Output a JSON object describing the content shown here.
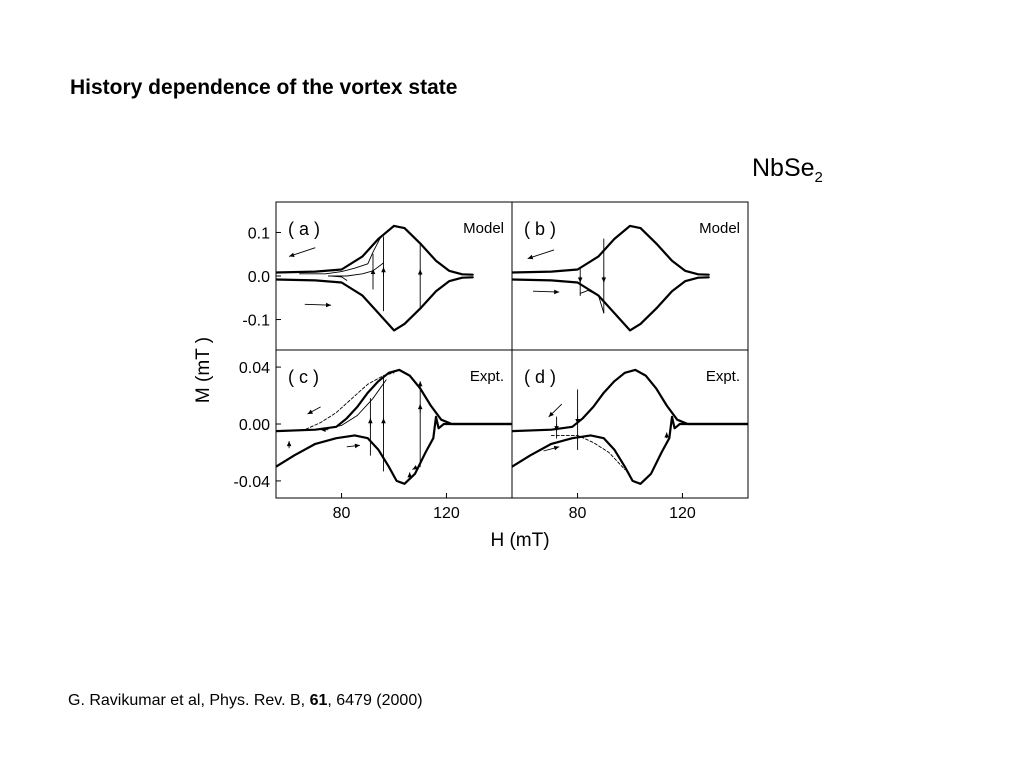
{
  "title": "History dependence of the vortex state",
  "material": {
    "base": "NbSe",
    "sub": "2"
  },
  "citation": {
    "authors": "G. Ravikumar et al, Phys. Rev. B, ",
    "volume": "61",
    "rest": ", 6479 (2000)"
  },
  "chart_data": {
    "type": "line",
    "xlabel": "H (mT)",
    "ylabel": "M (mT )",
    "xlim": [
      55,
      145
    ],
    "x_ticks": [
      80,
      120
    ],
    "x_tick_labels": [
      "80",
      "120"
    ],
    "grid": false,
    "panels": [
      {
        "id": "a",
        "label": "( a )",
        "tag": "Model",
        "ylim": [
          -0.17,
          0.17
        ],
        "y_ticks": [
          0.1,
          0.0,
          -0.1
        ],
        "y_tick_labels": [
          "0.1",
          "0.0",
          "-0.1"
        ],
        "series": [
          {
            "style": "thick",
            "points": [
              [
                55,
                0.008
              ],
              [
                70,
                0.01
              ],
              [
                80,
                0.015
              ],
              [
                88,
                0.045
              ],
              [
                94,
                0.085
              ],
              [
                100,
                0.115
              ],
              [
                104,
                0.11
              ],
              [
                110,
                0.075
              ],
              [
                116,
                0.035
              ],
              [
                121,
                0.012
              ],
              [
                126,
                0.004
              ],
              [
                130,
                0.003
              ]
            ]
          },
          {
            "style": "thick",
            "points": [
              [
                55,
                -0.008
              ],
              [
                70,
                -0.01
              ],
              [
                80,
                -0.015
              ],
              [
                88,
                -0.045
              ],
              [
                94,
                -0.085
              ],
              [
                100,
                -0.125
              ],
              [
                104,
                -0.11
              ],
              [
                110,
                -0.075
              ],
              [
                116,
                -0.035
              ],
              [
                121,
                -0.012
              ],
              [
                126,
                -0.004
              ],
              [
                130,
                -0.003
              ]
            ]
          },
          {
            "style": "thin",
            "points": [
              [
                64,
                0.005
              ],
              [
                74,
                0.005
              ],
              [
                80,
                0.01
              ],
              [
                85,
                0.018
              ],
              [
                90,
                0.028
              ],
              [
                92,
                0.055
              ],
              [
                95,
                0.09
              ]
            ]
          },
          {
            "style": "thin",
            "points": [
              [
                75,
                0.0
              ],
              [
                82,
                0.0
              ],
              [
                88,
                0.005
              ],
              [
                92,
                0.012
              ],
              [
                96,
                0.03
              ]
            ]
          },
          {
            "style": "thin",
            "points": [
              [
                76,
                0.0
              ],
              [
                80,
                -0.002
              ],
              [
                82,
                -0.01
              ]
            ]
          },
          {
            "style": "thin",
            "points": [
              [
                92,
                -0.03
              ],
              [
                92,
                0.05
              ]
            ]
          },
          {
            "style": "thin",
            "points": [
              [
                96,
                -0.08
              ],
              [
                96,
                0.09
              ]
            ]
          },
          {
            "style": "thin",
            "points": [
              [
                110,
                -0.075
              ],
              [
                110,
                0.075
              ]
            ]
          }
        ],
        "arrows": [
          [
            70,
            0.065,
            60,
            0.045
          ],
          [
            66,
            -0.065,
            76,
            -0.067
          ],
          [
            92,
            0.0,
            92,
            0.016
          ],
          [
            96,
            0.0,
            96,
            0.02
          ],
          [
            110,
            0.0,
            110,
            0.015
          ]
        ]
      },
      {
        "id": "b",
        "label": "( b )",
        "tag": "Model",
        "ylim": [
          -0.17,
          0.17
        ],
        "series": [
          {
            "style": "thick",
            "points": [
              [
                55,
                0.008
              ],
              [
                70,
                0.01
              ],
              [
                80,
                0.015
              ],
              [
                88,
                0.045
              ],
              [
                94,
                0.085
              ],
              [
                100,
                0.115
              ],
              [
                104,
                0.11
              ],
              [
                110,
                0.075
              ],
              [
                116,
                0.035
              ],
              [
                121,
                0.012
              ],
              [
                126,
                0.004
              ],
              [
                130,
                0.003
              ]
            ]
          },
          {
            "style": "thick",
            "points": [
              [
                55,
                -0.008
              ],
              [
                70,
                -0.01
              ],
              [
                80,
                -0.015
              ],
              [
                88,
                -0.045
              ],
              [
                94,
                -0.085
              ],
              [
                100,
                -0.125
              ],
              [
                104,
                -0.11
              ],
              [
                110,
                -0.075
              ],
              [
                116,
                -0.035
              ],
              [
                121,
                -0.012
              ],
              [
                126,
                -0.004
              ],
              [
                130,
                -0.003
              ]
            ]
          },
          {
            "style": "thin",
            "points": [
              [
                81,
                0.02
              ],
              [
                81,
                -0.045
              ]
            ]
          },
          {
            "style": "thin",
            "points": [
              [
                81,
                -0.04
              ],
              [
                84,
                -0.033
              ],
              [
                88,
                -0.045
              ],
              [
                90,
                -0.085
              ]
            ]
          },
          {
            "style": "thin",
            "points": [
              [
                90,
                0.085
              ],
              [
                90,
                -0.085
              ]
            ]
          }
        ],
        "arrows": [
          [
            71,
            0.06,
            61,
            0.04
          ],
          [
            63,
            -0.035,
            73,
            -0.037
          ],
          [
            81,
            0.0,
            81,
            -0.015
          ],
          [
            90,
            0.0,
            90,
            -0.015
          ]
        ]
      },
      {
        "id": "c",
        "label": "( c )",
        "tag": "Expt.",
        "ylim": [
          -0.052,
          0.052
        ],
        "y_ticks": [
          0.04,
          0.0,
          -0.04
        ],
        "y_tick_labels": [
          "0.04",
          "0.00",
          "-0.04"
        ],
        "series": [
          {
            "style": "thick",
            "points": [
              [
                55,
                -0.005
              ],
              [
                70,
                -0.004
              ],
              [
                78,
                -0.002
              ],
              [
                82,
                0.004
              ],
              [
                86,
                0.012
              ],
              [
                90,
                0.022
              ],
              [
                94,
                0.03
              ],
              [
                98,
                0.036
              ],
              [
                102,
                0.038
              ],
              [
                106,
                0.034
              ],
              [
                110,
                0.025
              ],
              [
                114,
                0.013
              ],
              [
                118,
                0.003
              ],
              [
                122,
                0.0
              ],
              [
                130,
                0.0
              ],
              [
                145,
                0.0
              ]
            ]
          },
          {
            "style": "thick",
            "points": [
              [
                55,
                -0.03
              ],
              [
                62,
                -0.022
              ],
              [
                70,
                -0.014
              ],
              [
                78,
                -0.01
              ],
              [
                85,
                -0.008
              ],
              [
                90,
                -0.01
              ],
              [
                94,
                -0.018
              ],
              [
                98,
                -0.03
              ],
              [
                101,
                -0.04
              ],
              [
                104,
                -0.042
              ],
              [
                108,
                -0.035
              ],
              [
                112,
                -0.02
              ],
              [
                115,
                -0.01
              ],
              [
                116,
                0.005
              ],
              [
                117,
                -0.003
              ],
              [
                119,
                0.0
              ],
              [
                125,
                0.0
              ],
              [
                145,
                0.0
              ]
            ]
          },
          {
            "style": "dashed",
            "points": [
              [
                55,
                -0.005
              ],
              [
                66,
                -0.004
              ],
              [
                72,
                0.001
              ],
              [
                78,
                0.008
              ],
              [
                84,
                0.018
              ],
              [
                90,
                0.028
              ],
              [
                96,
                0.034
              ],
              [
                100,
                0.036
              ]
            ]
          },
          {
            "style": "thin",
            "points": [
              [
                72,
                -0.004
              ],
              [
                80,
                -0.001
              ],
              [
                86,
                0.006
              ],
              [
                92,
                0.018
              ],
              [
                97,
                0.031
              ]
            ]
          },
          {
            "style": "thin",
            "points": [
              [
                91,
                -0.022
              ],
              [
                91,
                0.018
              ]
            ]
          },
          {
            "style": "thin",
            "points": [
              [
                96,
                -0.033
              ],
              [
                96,
                0.033
              ]
            ]
          },
          {
            "style": "thin",
            "points": [
              [
                110,
                -0.03
              ],
              [
                110,
                0.025
              ]
            ]
          }
        ],
        "arrows": [
          [
            72,
            0.012,
            67,
            0.007
          ],
          [
            82,
            -0.016,
            87,
            -0.015
          ],
          [
            60,
            -0.017,
            60,
            -0.012
          ],
          [
            75,
            -0.004,
            72,
            -0.004
          ],
          [
            91,
            -0.002,
            91,
            0.004
          ],
          [
            96,
            -0.002,
            96,
            0.004
          ],
          [
            110,
            0.008,
            110,
            0.014
          ],
          [
            110,
            0.024,
            110,
            0.03
          ],
          [
            106,
            -0.036,
            106,
            -0.034
          ],
          [
            108,
            -0.031,
            107,
            -0.032
          ]
        ]
      },
      {
        "id": "d",
        "label": "( d )",
        "tag": "Expt.",
        "ylim": [
          -0.052,
          0.052
        ],
        "series": [
          {
            "style": "thick",
            "points": [
              [
                55,
                -0.005
              ],
              [
                70,
                -0.004
              ],
              [
                78,
                -0.002
              ],
              [
                82,
                0.004
              ],
              [
                86,
                0.012
              ],
              [
                90,
                0.022
              ],
              [
                94,
                0.03
              ],
              [
                98,
                0.036
              ],
              [
                102,
                0.038
              ],
              [
                106,
                0.034
              ],
              [
                110,
                0.025
              ],
              [
                114,
                0.013
              ],
              [
                118,
                0.003
              ],
              [
                122,
                0.0
              ],
              [
                130,
                0.0
              ],
              [
                145,
                0.0
              ]
            ]
          },
          {
            "style": "thick",
            "points": [
              [
                55,
                -0.03
              ],
              [
                62,
                -0.022
              ],
              [
                70,
                -0.014
              ],
              [
                78,
                -0.01
              ],
              [
                85,
                -0.008
              ],
              [
                90,
                -0.01
              ],
              [
                94,
                -0.018
              ],
              [
                98,
                -0.03
              ],
              [
                101,
                -0.04
              ],
              [
                104,
                -0.042
              ],
              [
                108,
                -0.035
              ],
              [
                112,
                -0.02
              ],
              [
                115,
                -0.01
              ],
              [
                116,
                0.005
              ],
              [
                117,
                -0.003
              ],
              [
                119,
                0.0
              ],
              [
                125,
                0.0
              ],
              [
                145,
                0.0
              ]
            ]
          },
          {
            "style": "dashed",
            "points": [
              [
                70,
                -0.008
              ],
              [
                80,
                -0.008
              ],
              [
                86,
                -0.013
              ],
              [
                92,
                -0.02
              ],
              [
                98,
                -0.032
              ]
            ]
          },
          {
            "style": "thin",
            "points": [
              [
                72,
                0.005
              ],
              [
                72,
                -0.01
              ]
            ]
          },
          {
            "style": "thin",
            "points": [
              [
                80,
                0.024
              ],
              [
                80,
                -0.018
              ]
            ]
          }
        ],
        "arrows": [
          [
            74,
            0.014,
            69,
            0.005
          ],
          [
            67,
            -0.019,
            73,
            -0.016
          ],
          [
            72,
            0.0,
            72,
            -0.005
          ],
          [
            80,
            0.006,
            80,
            0.0
          ],
          [
            114,
            -0.01,
            114,
            -0.006
          ]
        ]
      }
    ]
  }
}
